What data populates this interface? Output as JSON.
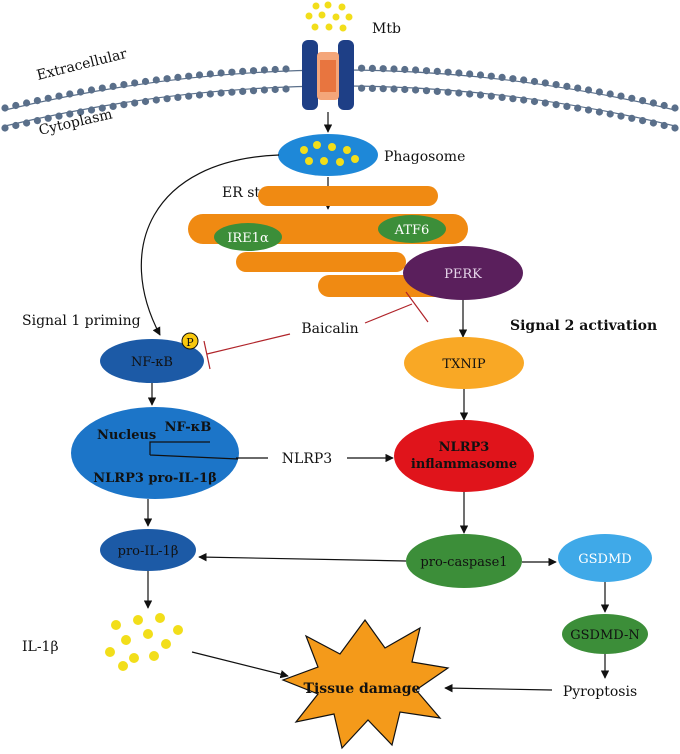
{
  "labels": {
    "mtb": "Mtb",
    "extracellular": "Extracellular",
    "cytoplasm": "Cytoplasm",
    "phagosome": "Phagosome",
    "er_stress": "ER stress",
    "ire1a": "IRE1α",
    "atf6": "ATF6",
    "perk": "PERK",
    "signal1": "Signal 1 priming",
    "signal2": "Signal 2 activation",
    "baicalin": "Baicalin",
    "p": "P",
    "nfkb": "NF-κB",
    "txnip": "TXNIP",
    "nucleus": "Nucleus",
    "nucleus_nfkb": "NF-κB",
    "nucleus_genes": "NLRP3 pro-IL-1β",
    "nlrp3": "NLRP3",
    "inflammasome_line1": "NLRP3",
    "inflammasome_line2": "inflammasome",
    "pro_il1b": "pro-IL-1β",
    "pro_caspase1": "pro-caspase1",
    "gsdmd": "GSDMD",
    "gsdmd_n": "GSDMD-N",
    "il1b": "IL-1β",
    "pyroptosis": "Pyroptosis",
    "tissue_damage": "Tissue damage"
  },
  "colors": {
    "dark_blue": "#1c5aa6",
    "sky_blue": "#1e88d8",
    "light_blue": "#3fa9e8",
    "orange": "#f08a12",
    "green": "#3c8e39",
    "purple": "#5a1f5c",
    "yellow_orange": "#f9a825",
    "red": "#e0141b",
    "yellow": "#f2de1a",
    "inhibit_red": "#b0242a",
    "membrane": "#5a6f8a"
  }
}
